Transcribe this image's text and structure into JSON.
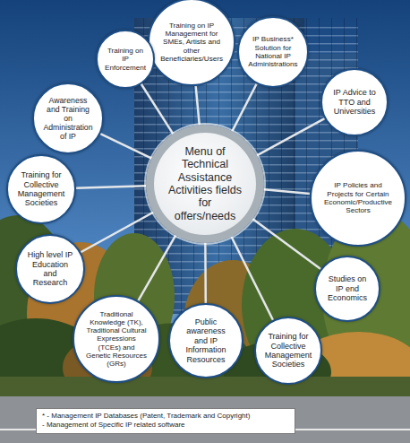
{
  "diagram": {
    "nodes": [
      {
        "text": [
          "Menu of Technical Assistance Activities fields for offers/needs"
        ]
      },
      {
        "text": [
          "Training on IP Management for SMEs, Artists and other Beneficiaries/Users"
        ]
      },
      {
        "text": [
          "IP Business* Solution for National IP Administrations"
        ]
      },
      {
        "text": [
          "IP Advice to TTO and Universities"
        ]
      },
      {
        "text": [
          "IP Policies and Projects for Certain Economic/Productive Sectors"
        ]
      },
      {
        "text": [
          "Studies on IP end Economics"
        ]
      },
      {
        "text": [
          "Training for Collective Management Societies"
        ]
      },
      {
        "text": [
          "Public awareness and IP Information Resources"
        ]
      },
      {
        "text": [
          "Traditional Knowledge (TK), Traditional Cultural Expressions (TCEs) and Genetic Resources (GRs)"
        ]
      },
      {
        "text": [
          "High level IP Education and Research"
        ]
      },
      {
        "text": [
          "Training for Collective Management Societies"
        ]
      },
      {
        "text": [
          "Awareness and Training on Administration of IP"
        ]
      },
      {
        "text": [
          "Training on IP Enforcement"
        ]
      }
    ],
    "edges": [
      {
        "from": 0,
        "to": 1,
        "arrow": "none"
      },
      {
        "from": 0,
        "to": 2,
        "arrow": "none"
      },
      {
        "from": 0,
        "to": 3,
        "arrow": "none"
      },
      {
        "from": 0,
        "to": 4,
        "arrow": "none"
      },
      {
        "from": 0,
        "to": 5,
        "arrow": "none"
      },
      {
        "from": 0,
        "to": 6,
        "arrow": "none"
      },
      {
        "from": 0,
        "to": 7,
        "arrow": "none"
      },
      {
        "from": 0,
        "to": 8,
        "arrow": "none"
      },
      {
        "from": 0,
        "to": 9,
        "arrow": "none"
      },
      {
        "from": 0,
        "to": 10,
        "arrow": "none"
      },
      {
        "from": 0,
        "to": 11,
        "arrow": "none"
      },
      {
        "from": 0,
        "to": 12,
        "arrow": "none"
      }
    ],
    "labels": [
      "* - Management IP Databases (Patent, Trademark and Copyright)",
      "- Management of Specific IP related software"
    ]
  }
}
